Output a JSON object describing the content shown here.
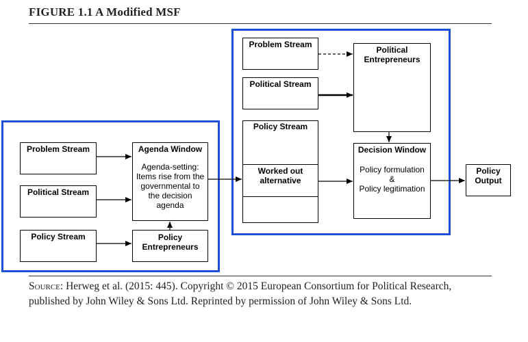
{
  "figure": {
    "title": "FIGURE 1.1  A Modified MSF"
  },
  "left_panel": {
    "problem_stream": "Problem Stream",
    "political_stream": "Political Stream",
    "policy_stream": "Policy Stream",
    "agenda_window": {
      "title": "Agenda Window",
      "body": "Agenda-setting: Items rise from the governmental to the decision agenda"
    },
    "policy_entrepreneurs": "Policy Entrepreneurs"
  },
  "right_panel": {
    "problem_stream": "Problem Stream",
    "political_stream": "Political Stream",
    "policy_stream": "Policy Stream",
    "worked_out": "Worked out alternative",
    "political_entrepreneurs": "Political Entrepreneurs",
    "decision_window": {
      "title": "Decision Window",
      "line1": "Policy formulation",
      "line2": "&",
      "line3": "Policy legitimation"
    }
  },
  "output": "Policy Output",
  "source": {
    "label": "Source:",
    "text": "Herweg et al. (2015: 445). Copyright © 2015 European Consortium for Political Research, published by John Wiley & Sons Ltd. Reprinted by permission of John Wiley & Sons Ltd."
  },
  "colors": {
    "highlight_border": "#1f4fd8"
  }
}
